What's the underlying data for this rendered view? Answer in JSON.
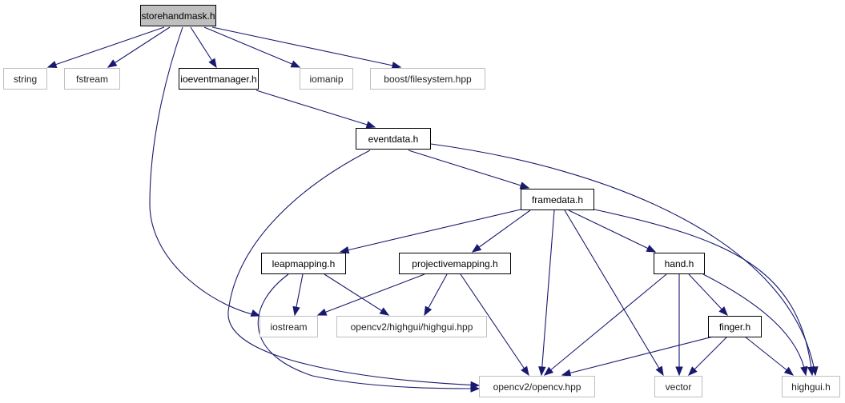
{
  "colors": {
    "edge": "#191970",
    "root_fill": "#bfbfbf",
    "external_border": "#bfbfbf",
    "local_border": "#000000"
  },
  "nodes": {
    "storehandmask": "storehandmask.h",
    "string": "string",
    "fstream": "fstream",
    "ioeventmanager": "ioeventmanager.h",
    "iomanip": "iomanip",
    "boost_filesystem": "boost/filesystem.hpp",
    "eventdata": "eventdata.h",
    "framedata": "framedata.h",
    "leapmapping": "leapmapping.h",
    "projectivemapping": "projectivemapping.h",
    "hand": "hand.h",
    "iostream": "iostream",
    "highgui_hpp": "opencv2/highgui/highgui.hpp",
    "finger": "finger.h",
    "opencv_hpp": "opencv2/opencv.hpp",
    "vector": "vector",
    "highgui_h": "highgui.h"
  }
}
